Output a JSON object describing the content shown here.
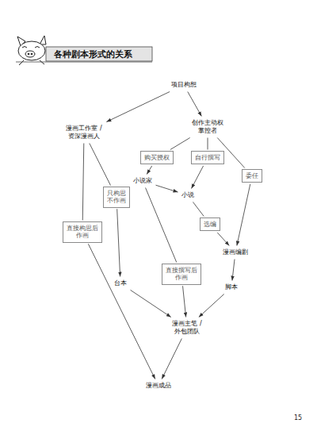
{
  "diagram": {
    "title": "各种剧本形式的关系",
    "nodes": [
      {
        "text": [
          "项目构想"
        ]
      },
      {
        "text": [
          "漫画工作室 / 资深漫画人"
        ]
      },
      {
        "text": [
          "创作主动权 掌控者"
        ]
      },
      {
        "text": [
          "购买授权"
        ]
      },
      {
        "text": [
          "自行撰写"
        ]
      },
      {
        "text": [
          "委任"
        ]
      },
      {
        "text": [
          "只构思 不作画"
        ]
      },
      {
        "text": [
          "小说家"
        ]
      },
      {
        "text": [
          "小说"
        ]
      },
      {
        "text": [
          "直接构思后 作画"
        ]
      },
      {
        "text": [
          "选编"
        ]
      },
      {
        "text": [
          "漫画编剧"
        ]
      },
      {
        "text": [
          "台本"
        ]
      },
      {
        "text": [
          "直接撰写后 作画"
        ]
      },
      {
        "text": [
          "脚本"
        ]
      },
      {
        "text": [
          "漫画主笔 / 外包团队"
        ]
      },
      {
        "text": [
          "漫画成品"
        ]
      }
    ],
    "edges": [
      {
        "from": 0,
        "to": 1,
        "arrow": "to"
      },
      {
        "from": 0,
        "to": 2,
        "arrow": "to"
      },
      {
        "from": 1,
        "to": 9,
        "arrow": "none"
      },
      {
        "from": 9,
        "to": 16,
        "arrow": "to"
      },
      {
        "from": 1,
        "to": 6,
        "arrow": "none"
      },
      {
        "from": 6,
        "to": 12,
        "arrow": "to"
      },
      {
        "from": 2,
        "to": 3,
        "arrow": "none"
      },
      {
        "from": 3,
        "to": 7,
        "arrow": "to"
      },
      {
        "from": 2,
        "to": 4,
        "arrow": "none"
      },
      {
        "from": 4,
        "to": 8,
        "arrow": "to"
      },
      {
        "from": 2,
        "to": 5,
        "arrow": "none"
      },
      {
        "from": 5,
        "to": 11,
        "arrow": "to"
      },
      {
        "from": 7,
        "to": 8,
        "arrow": "to"
      },
      {
        "from": 7,
        "to": 13,
        "arrow": "none"
      },
      {
        "from": 13,
        "to": 15,
        "arrow": "to"
      },
      {
        "from": 8,
        "to": 10,
        "arrow": "none"
      },
      {
        "from": 10,
        "to": 11,
        "arrow": "to"
      },
      {
        "from": 11,
        "to": 14,
        "arrow": "to"
      },
      {
        "from": 12,
        "to": 15,
        "arrow": "to"
      },
      {
        "from": 14,
        "to": 15,
        "arrow": "to"
      },
      {
        "from": 15,
        "to": 16,
        "arrow": "to"
      }
    ],
    "labels": [
      "15"
    ]
  }
}
